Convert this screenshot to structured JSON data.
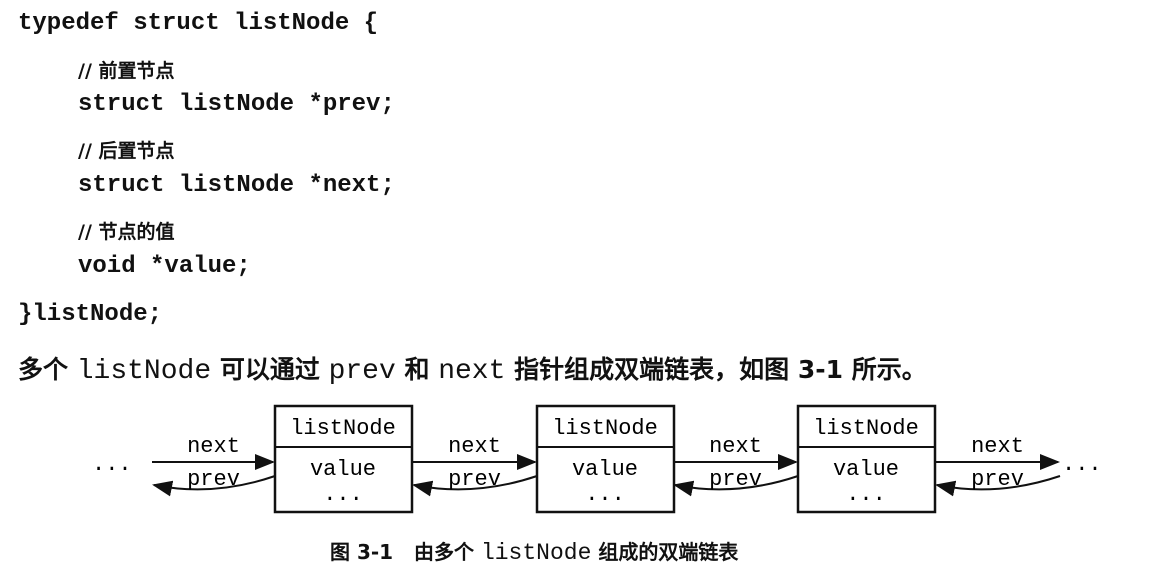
{
  "code": {
    "line1": "typedef struct listNode {",
    "comment_prev": "// 前置节点",
    "line_prev": "struct listNode *prev;",
    "comment_next": "// 后置节点",
    "line_next": "struct listNode *next;",
    "comment_value": "// 节点的值",
    "line_value": "void *value;",
    "line_end": "}listNode;"
  },
  "paragraph": {
    "p1": "多个 ",
    "c1": "listNode",
    "p2": " 可以通过 ",
    "c2": "prev",
    "p3": " 和 ",
    "c3": "next",
    "p4": " 指针组成双端链表，如图 3-1 所示。"
  },
  "diagram": {
    "node_title": "listNode",
    "node_value": "value",
    "node_more": "...",
    "next_label": "next",
    "prev_label": "prev",
    "ellipsis": "..."
  },
  "caption": {
    "prefix": "图 3-1   由多个 ",
    "code": "listNode",
    "suffix": " 组成的双端链表"
  }
}
